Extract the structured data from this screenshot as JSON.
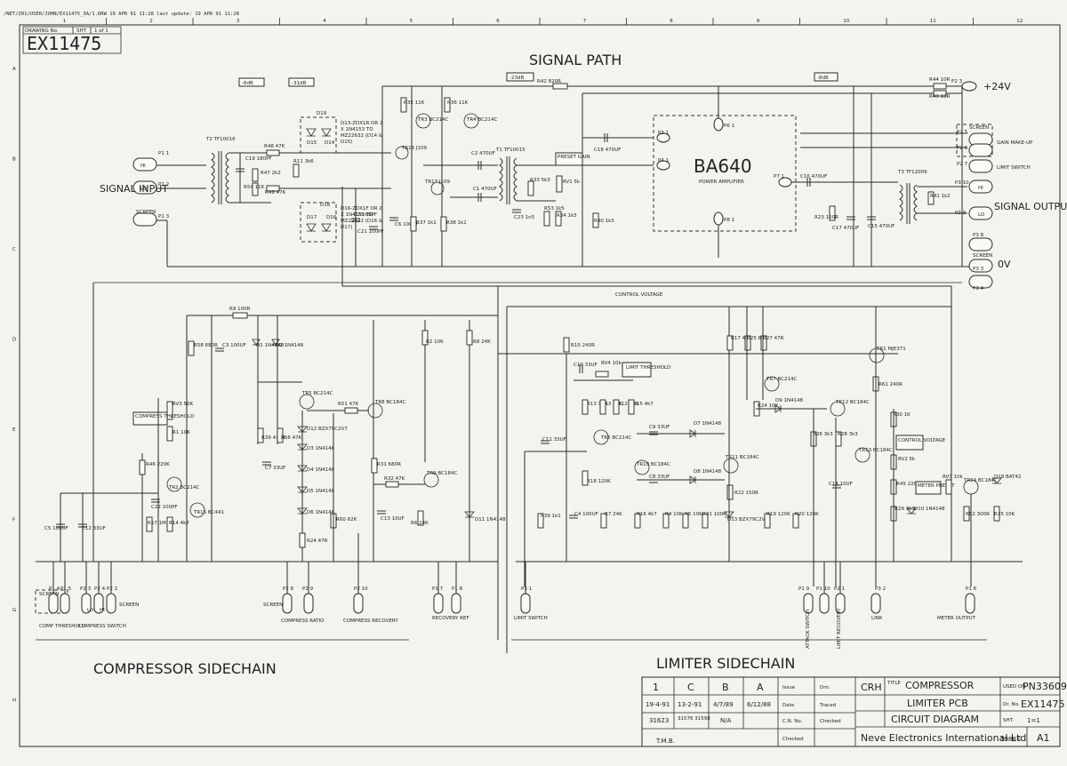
{
  "header": {
    "path": "/NET/Z01/USER/JOHN/EX11475_3A/1.DRW  19 APR 91 11:28   last update: 19 APR 91 11:28",
    "drawing_no_label": "DRAWING No.",
    "sht_label": "SHT",
    "sht_value": "1 of 1",
    "drawing_number": "EX11475"
  },
  "grid": {
    "columns": [
      "1",
      "2",
      "3",
      "4",
      "5",
      "6",
      "7",
      "8",
      "9",
      "10",
      "11",
      "12"
    ],
    "rows": [
      "A",
      "B",
      "C",
      "D",
      "E",
      "F",
      "G",
      "H"
    ]
  },
  "sections": {
    "signal_path": "SIGNAL PATH",
    "compressor": "COMPRESSOR SIDECHAIN",
    "limiter": "LIMITER SIDECHAIN"
  },
  "signal_path": {
    "level_6db": "-6dB",
    "level_31db": "-31dB",
    "level_23db": "-23dB",
    "level_8db": "-8dB",
    "r42": "R42 820R",
    "r44": "R44 10R",
    "r43": "R43 10R",
    "p23": "P2 3",
    "supply": "+24V",
    "p11": "P1 1",
    "p12": "P1 2",
    "p13": "P1 3",
    "hi": "HI",
    "lo": "LO",
    "screen": "SCREEN",
    "signal_input": "SIGNAL INPUT",
    "t2": "T2 TF10016",
    "c19": "C19 180PF",
    "r47": "R47 2k2",
    "r54": "R54 11K",
    "r48": "R48 47K",
    "r49": "R49 47K",
    "r11": "R11 3k6",
    "d19": "D19",
    "d15": "D15",
    "d14": "D14",
    "d18": "D18",
    "d17": "D17",
    "d16": "D16",
    "zener_top": "D13-ZDX1R OR 2 X 1N4153 TO MZ22632 (D14 & D15)",
    "zener_bottom": "D16-ZDX1F OR 2 X 1N4153 TO MZ22632 (D16 & D17)",
    "c20": "C20 68PF",
    "c21": "C21 100PF",
    "c6": "C6 100UF",
    "r35": "R35 11K",
    "r36": "R36 11K",
    "tr3": "TR3 BC214C",
    "tr4": "TR4 BC214C",
    "tr16": "TR16 J109",
    "tr17": "TR17 J109",
    "r37": "R37 1k1",
    "r38": "R38 1k1",
    "c2": "C2 470UF",
    "c1": "C1 470UF",
    "t1": "T1 TF10015",
    "r33": "R33 5k3",
    "c23": "C23 1n5",
    "r53": "R53 1k5",
    "r34": "R34 1k5",
    "preset_gain": "PRESET GAIN",
    "rv1": "RV1 5k",
    "r40": "R40 1k3",
    "c18": "C18 470UF",
    "p31": "P3 1",
    "p41": "P4 1",
    "p61": "P6 1",
    "p81": "P8 1",
    "p71": "P7 1",
    "amp_name": "BA640",
    "amp_desc": "POWER AMPLIFIER",
    "c16": "C16 470UF",
    "r23": "R23 150R",
    "c17": "C17 470UF",
    "c15": "C15 470UF",
    "t3": "T3 TF12009",
    "r41": "R41 1k2",
    "p25": "P2 5",
    "p26": "P2 6",
    "p27": "P2 7",
    "p310": "P3 10",
    "p39": "P3 9",
    "p38": "P3 8",
    "p33": "P3 3",
    "p34": "P3 4",
    "gain_makeup": "GAIN MAKE-UP",
    "limit_switch": "LIMIT SWITCH",
    "signal_output": "SIGNAL OUTPUT",
    "zero_v": "0V",
    "control_voltage": "CONTROL VOLTAGE"
  },
  "compressor": {
    "r9": "R9 100R",
    "r58": "R58 680R",
    "c3": "C3 100UF",
    "d1": "D1 1N4148",
    "d2": "D2 1N4148",
    "rv3": "RV3 50K",
    "compress_threshold": "COMPRESS THRESHOLD",
    "r1": "R1 10K",
    "r46": "R46 220K",
    "tr2": "TR2 BC214C",
    "c22": "C22 100PF",
    "r57": "R57 1M",
    "r14": "R14 4k7",
    "tr15": "TR15 BC441",
    "c5": "C5 100UF",
    "c12": "C12 33UF",
    "tr5": "TR5 BC214C",
    "r39": "R39 430R",
    "r56": "R56 47K",
    "c7": "C7 33UF",
    "d12": "D12 BZX79C2V7",
    "d3": "D3 1N4148",
    "d4": "D4 1N4148",
    "d5": "D5 1N4148",
    "d6": "D6 1N4148",
    "r24": "R24 47R",
    "r60": "R60 62K",
    "r51": "R51 47K",
    "tr8": "TR8 BC184C",
    "r31": "R31 680R",
    "c13": "C13 10UF",
    "r32": "R32 47K",
    "tr9": "TR9 BC184C",
    "r6": "R6 24K",
    "r2": "R2 10K",
    "r8": "R8 24K",
    "d11": "D11 1N4148",
    "p14": "P1 4",
    "p15": "P1 5",
    "p23b": "P2 3",
    "p24": "P2 4",
    "p22": "P2 2",
    "p28": "P2 8",
    "p29": "P2 9",
    "p210": "P2 10",
    "p17": "P1 7",
    "p18": "P1 8",
    "screen": "SCREEN",
    "lo": "LO",
    "hi": "HI",
    "comp_threshold": "COMP THRESHOLD",
    "compress_switch": "COMPRESS SWITCH",
    "compress_ratio": "COMPRESS RATIO",
    "compress_recovery": "COMPRESS RECOVERY",
    "recovery_ref": "RECOVERY REF"
  },
  "limiter": {
    "r10": "R10 240R",
    "c10": "C10 33UF",
    "rv4": "RV4 10k",
    "limit_threshold": "LIMIT THRESHOLD",
    "r13": "R13 33K",
    "r3": "R3 10K",
    "r12": "R12 5k6",
    "r15": "R15 4k7",
    "tr6": "TR6 BC214C",
    "c11": "C11 33UF",
    "r18": "R18 120K",
    "tr10": "TR10 BC184C",
    "c9": "C9 33UF",
    "c8": "C8 33UF",
    "d7": "D7 1N4148",
    "d8": "D8 1N4148",
    "r39b": "R39 1k1",
    "c4": "C4 100UF",
    "r7": "R7 24K",
    "r16": "R16 4k7",
    "r4": "R4 10K",
    "r5": "R5 10K",
    "r21": "R21 100K",
    "d13": "D13 BZX79C2V7",
    "tr11": "TR11 BC184C",
    "r22": "R22 150R",
    "r17": "R17 4k7",
    "r25": "R25 82K",
    "r27": "R27 47R",
    "tr7": "TR7 BC214C",
    "r24b": "R24 10K",
    "r19": "R19 120K",
    "r20": "R20 120K",
    "d9": "D9 1N4148",
    "tr12": "TR12 BC184C",
    "r26": "R26 3k3",
    "r28": "R28 3k3",
    "tr13": "TR13 BC184C",
    "c14": "C14 10UF",
    "tr1": "TR1 MJE371",
    "r61": "R61 240R",
    "r30": "R30 1K",
    "control_voltage": "CONTROL VOLTAGE",
    "rv2": "RV2 5k",
    "r45": "R45 220R",
    "r29": "R29 3k3",
    "d10": "D10 1N4148",
    "meter_preset": "METER PRESET",
    "rv3": "RV3 10k",
    "tr14": "TR14 BC184C",
    "d18": "D18 BAT42",
    "r52": "R52 300R",
    "r35": "R35 10K",
    "p31": "P3 1",
    "limit_switch": "LIMIT SWITCH",
    "p19": "P1 9",
    "p110": "P1 10",
    "p21": "P2 1",
    "p32": "P3 2",
    "p16": "P1 6",
    "attack_switch": "ATTACK SWITCH",
    "limit_recovery": "LIMIT RECOVERY",
    "link": "LINK",
    "meter_output": "METER OUTPUT"
  },
  "title_block": {
    "revisions": [
      "1",
      "C",
      "B",
      "A"
    ],
    "dates": [
      "19-4-91",
      "13-2-91",
      "4/7/89",
      "6/12/88"
    ],
    "change_nos": [
      "31623",
      "31576 31598",
      "N/A",
      ""
    ],
    "issue_label": "Issue",
    "date_label": "Date",
    "cn_label": "C.N. No.",
    "drn_label": "Drn.",
    "traced_label": "Traced",
    "checked_label": "Checked",
    "checked_label2": "Checked",
    "drawn_by": "CRH",
    "signature": "T.M.B.",
    "title_label": "TITLE",
    "title_line1": "COMPRESSOR",
    "title_line2": "LIMITER PCB",
    "title_line3": "CIRCUIT DIAGRAM",
    "used_on_label": "USED ON",
    "used_on_value": "PN33609",
    "dr_no_label": "Dr. No.",
    "dr_no_value": "EX11475",
    "sht_label": "SHT.",
    "sht_value": "1=1",
    "company": "Neve Electronics International Ltd",
    "copyright": "1988©",
    "size": "A1"
  }
}
